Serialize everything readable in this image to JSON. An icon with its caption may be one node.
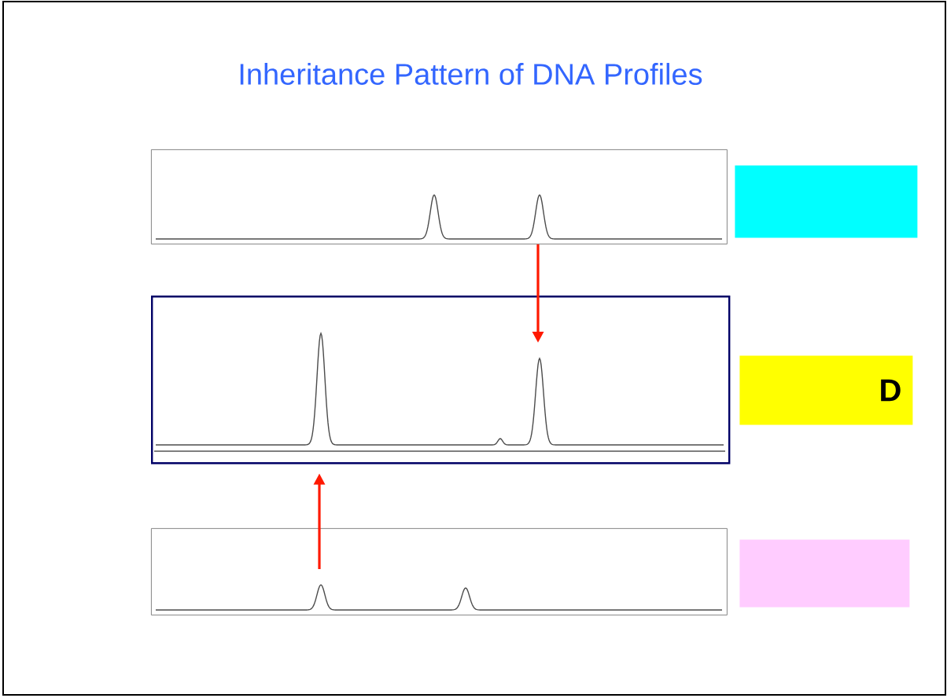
{
  "diagram": {
    "title": "Inheritance Pattern of DNA Profiles",
    "nodes": [
      {
        "text": [],
        "shape": "box"
      },
      {
        "text": [],
        "shape": "box"
      },
      {
        "text": [],
        "shape": "box"
      },
      {
        "text": [
          "D"
        ]
      },
      {
        "text": [],
        "shape": "box"
      },
      {
        "text": [],
        "shape": "box"
      }
    ],
    "edges": [
      {
        "from": 0,
        "to": 2,
        "arrow": "to"
      },
      {
        "from": 4,
        "to": 2,
        "arrow": "to"
      }
    ]
  }
}
